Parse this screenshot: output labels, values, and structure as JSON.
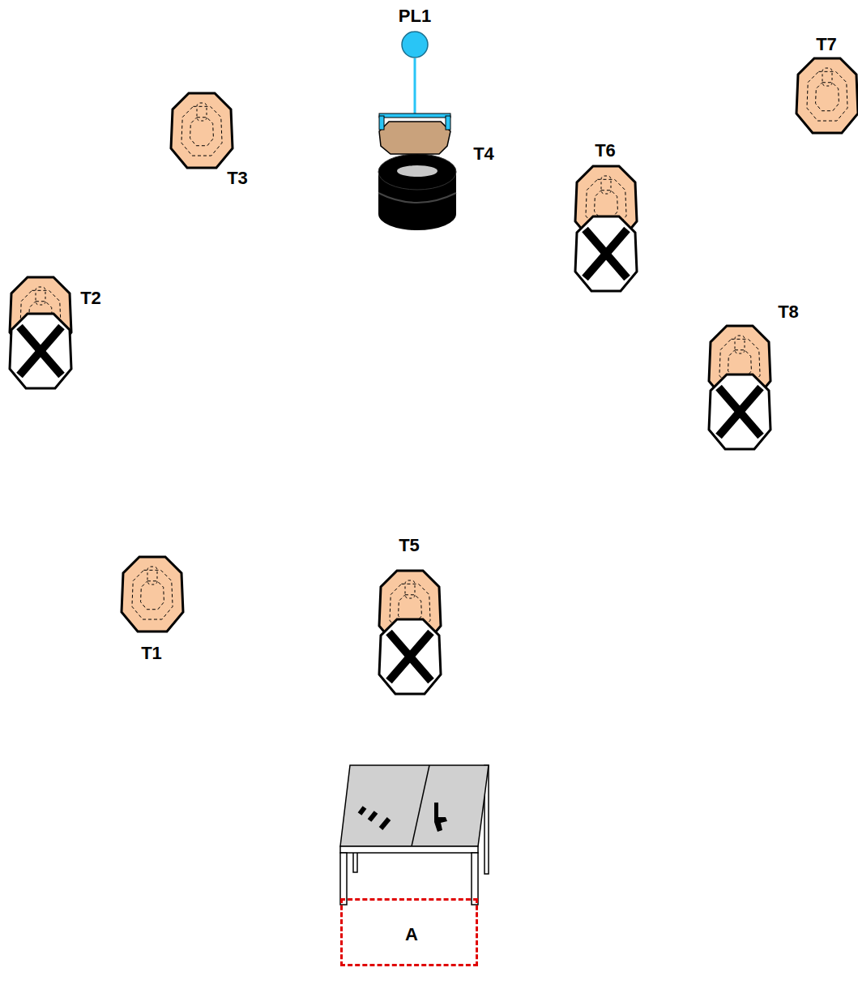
{
  "diagram": {
    "nodes": [
      {
        "text": [
          "PL1"
        ]
      },
      {
        "text": [
          "T7"
        ]
      },
      {
        "text": [
          "T3"
        ]
      },
      {
        "text": [
          "T4"
        ]
      },
      {
        "text": [
          "T6"
        ]
      },
      {
        "text": [
          "T2"
        ]
      },
      {
        "text": [
          "T8"
        ]
      },
      {
        "text": [
          "T5"
        ]
      },
      {
        "text": [
          "T1"
        ]
      },
      {
        "text": [
          "A"
        ]
      }
    ],
    "edges": [
      {
        "from": 0,
        "to": 3,
        "arrow": "none"
      }
    ]
  }
}
